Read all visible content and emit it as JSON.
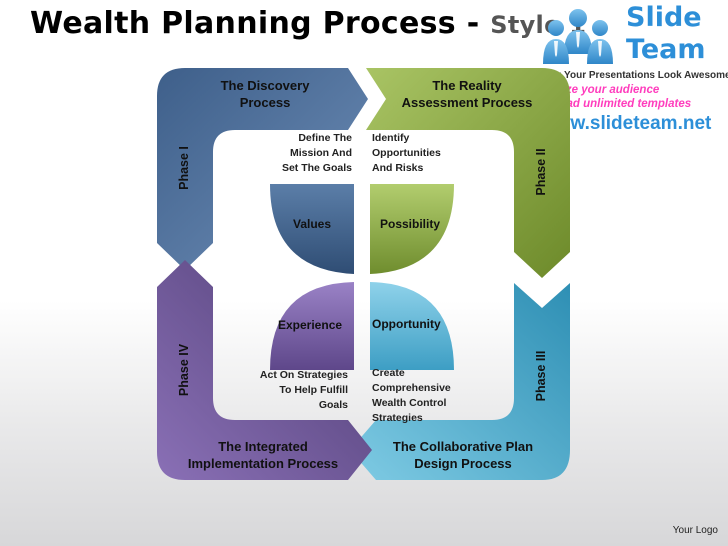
{
  "title": {
    "main": "Wealth Planning Process",
    "separator": "-",
    "style": "Style 1"
  },
  "brand": {
    "name_line1": "Slide",
    "name_line2": "Team",
    "tagline": "Making Your Presentations Look Awesome",
    "promo_line1": "Amaze your audience",
    "promo_line2": "Download unlimited templates",
    "website": "www.slideteam.net",
    "color": "#2d8fd8",
    "promo_color": "#ff3dbd"
  },
  "phases": {
    "discovery": {
      "phase": "Phase I",
      "title_line1": "The Discovery",
      "title_line2": "Process",
      "desc": [
        "Define The",
        "Mission And",
        "Set The Goals"
      ],
      "quadrant": "Values",
      "color": "#3e5f8a"
    },
    "reality": {
      "phase": "Phase II",
      "title_line1": "The Reality",
      "title_line2": "Assessment Process",
      "desc": [
        "Identify",
        "Opportunities",
        "And Risks"
      ],
      "quadrant": "Possibility",
      "color": "#7b9a34"
    },
    "collaborative": {
      "phase": "Phase III",
      "title_line1": "The Collaborative Plan",
      "title_line2": "Design Process",
      "desc": [
        "Create",
        "Comprehensive",
        "Wealth Control",
        "Strategies"
      ],
      "quadrant": "Opportunity",
      "color": "#4aa6c8"
    },
    "integrated": {
      "phase": "Phase IV",
      "title_line1": "The Integrated",
      "title_line2": "Implementation Process",
      "desc": [
        "Act On Strategies",
        "To Help Fulfill",
        "Goals"
      ],
      "quadrant": "Experience",
      "color": "#6f569c"
    }
  },
  "footer": {
    "logo": "Your Logo"
  }
}
